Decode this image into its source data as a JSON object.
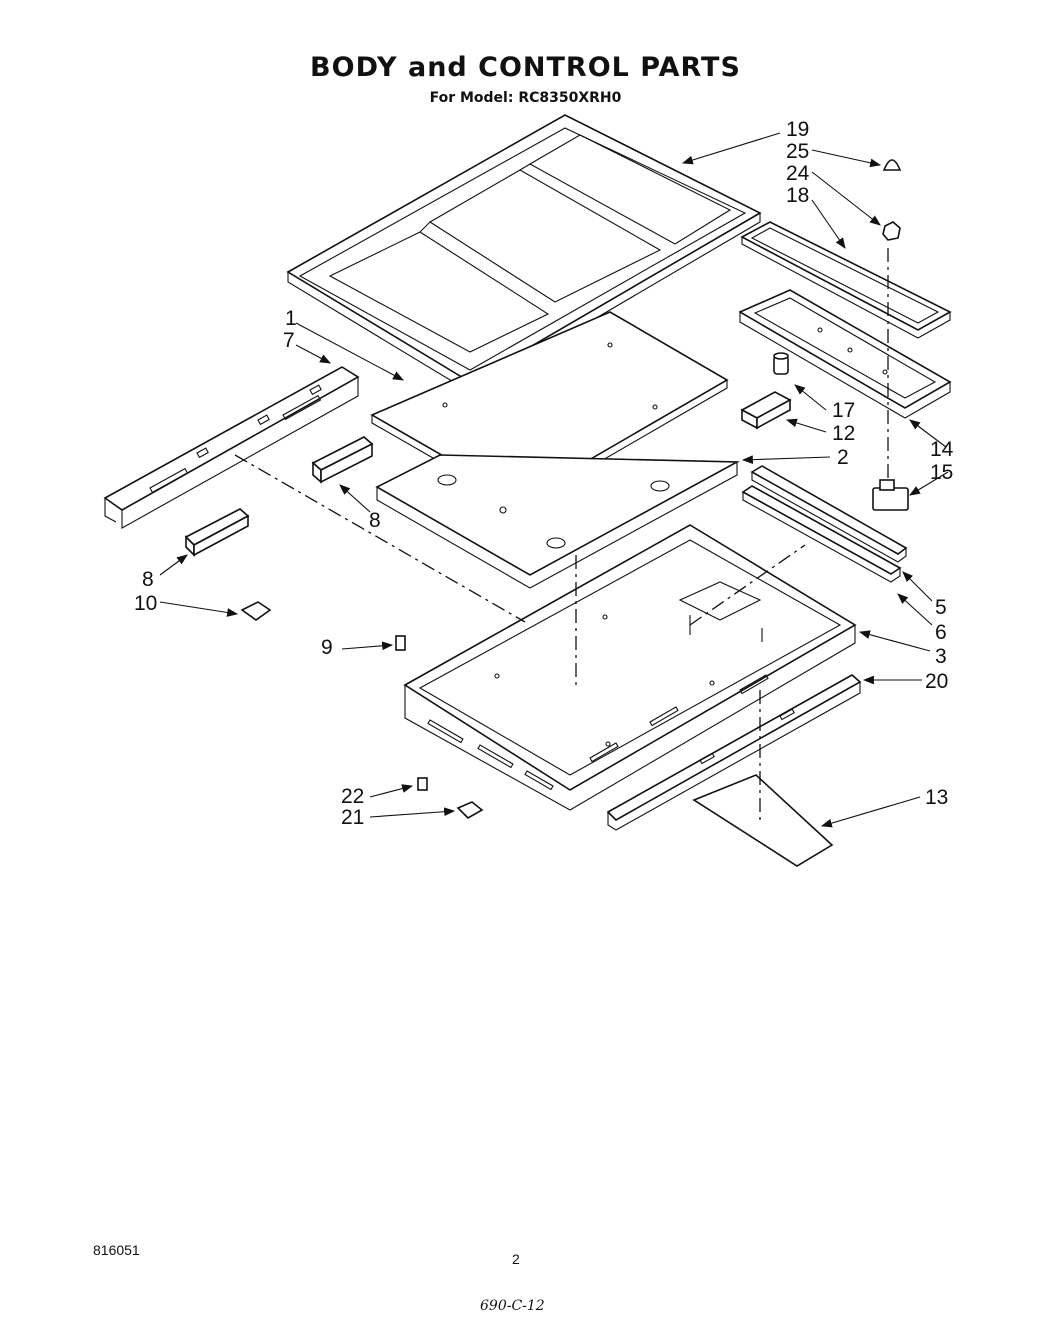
{
  "header": {
    "title": "BODY and CONTROL PARTS",
    "model_line": "For Model: RC8350XRH0"
  },
  "footer": {
    "doc_number": "816051",
    "page_number": "2",
    "handwritten_note": "690-C-12"
  },
  "callouts": {
    "c1": "1",
    "c2": "2",
    "c3": "3",
    "c5": "5",
    "c6": "6",
    "c7": "7",
    "c8a": "8",
    "c8b": "8",
    "c9": "9",
    "c10": "10",
    "c12": "12",
    "c13": "13",
    "c14": "14",
    "c15": "15",
    "c17": "17",
    "c18": "18",
    "c19": "19",
    "c20": "20",
    "c21": "21",
    "c22": "22",
    "c24": "24",
    "c25": "25"
  }
}
